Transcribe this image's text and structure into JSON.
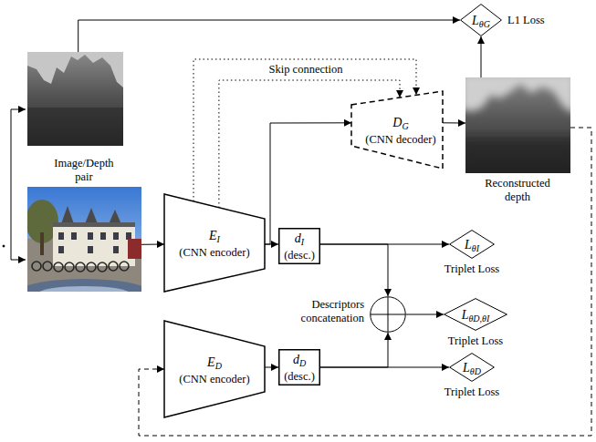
{
  "diagram": {
    "nodes": [
      {
        "text": [
          "L",
          "θG",
          "L1 Loss"
        ]
      },
      {
        "text": [
          "Image/Depth pair"
        ]
      },
      {
        "text": [
          "D",
          "G",
          "(CNN decoder)"
        ]
      },
      {
        "text": [
          "Reconstructed depth"
        ]
      },
      {
        "text": []
      },
      {
        "text": [
          "E",
          "I",
          "(CNN encoder)"
        ]
      },
      {
        "text": [
          "d",
          "I",
          "(desc.)"
        ]
      },
      {
        "text": [
          "L",
          "θI",
          "Triplet Loss"
        ]
      },
      {
        "text": [
          "Descriptors concatenation"
        ]
      },
      {
        "text": [
          "L",
          "θD,θI",
          "Triplet Loss"
        ]
      },
      {
        "text": [
          "E",
          "D",
          "(CNN encoder)"
        ]
      },
      {
        "text": [
          "d",
          "D",
          "(desc.)"
        ]
      },
      {
        "text": [
          "L",
          "θD",
          "Triplet Loss"
        ]
      }
    ],
    "edges": [
      {
        "from": 1,
        "to": 0,
        "arrow": "to"
      },
      {
        "from": 3,
        "to": 0,
        "arrow": "to"
      },
      {
        "from": 4,
        "to": 5,
        "arrow": "to"
      },
      {
        "from": 5,
        "to": 2,
        "arrow": "to"
      },
      {
        "from": 5,
        "to": 6,
        "arrow": "to"
      },
      {
        "from": 5,
        "to": 2,
        "arrow": "to"
      },
      {
        "from": 5,
        "to": 2,
        "arrow": "to"
      },
      {
        "from": 2,
        "to": 3,
        "arrow": "to"
      },
      {
        "from": 6,
        "to": 7,
        "arrow": "to"
      },
      {
        "from": 6,
        "to": 8,
        "arrow": "to"
      },
      {
        "from": 11,
        "to": 12,
        "arrow": "to"
      },
      {
        "from": 11,
        "to": 8,
        "arrow": "to"
      },
      {
        "from": 8,
        "to": 9,
        "arrow": "to"
      },
      {
        "from": 10,
        "to": 11,
        "arrow": "to"
      },
      {
        "from": 3,
        "to": 10,
        "arrow": "to"
      }
    ],
    "labels": [
      "Skip connection"
    ]
  }
}
